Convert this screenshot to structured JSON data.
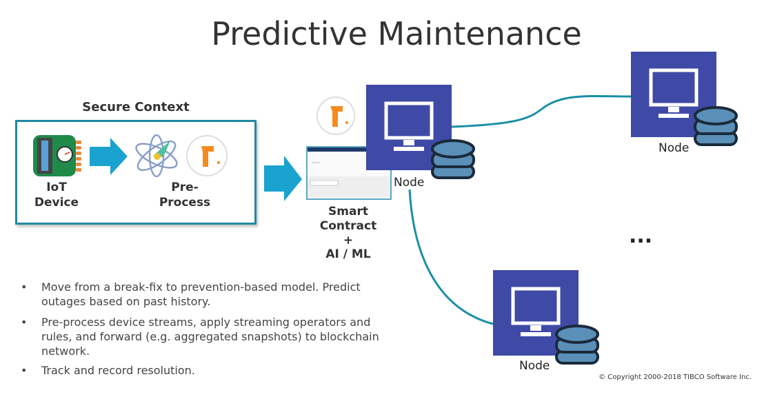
{
  "title": "Predictive Maintenance",
  "secure_context": {
    "label": "Secure Context",
    "iot": [
      "IoT",
      "Device"
    ],
    "preprocess": [
      "Pre-",
      "Process"
    ]
  },
  "smart_contract": [
    "Smart",
    "Contract",
    "+",
    "AI / ML"
  ],
  "nodes": [
    {
      "label": "Node"
    },
    {
      "label": "Node"
    },
    {
      "label": "Node"
    }
  ],
  "ellipsis": "...",
  "bullets": [
    "Move from a break-fix to prevention-based model. Predict outages based on past history.",
    "Pre-process device streams, apply streaming operators and rules, and forward (e.g. aggregated snapshots) to blockchain network.",
    "Track and record resolution."
  ],
  "bullet_char": "•",
  "copyright": "© Copyright 2000-2018 TIBCO Software Inc.",
  "colors": {
    "node": "#3f4aa6",
    "link": "#1a8fa6",
    "arrow": "#1aa3cf",
    "box": "#1f8aa0"
  }
}
